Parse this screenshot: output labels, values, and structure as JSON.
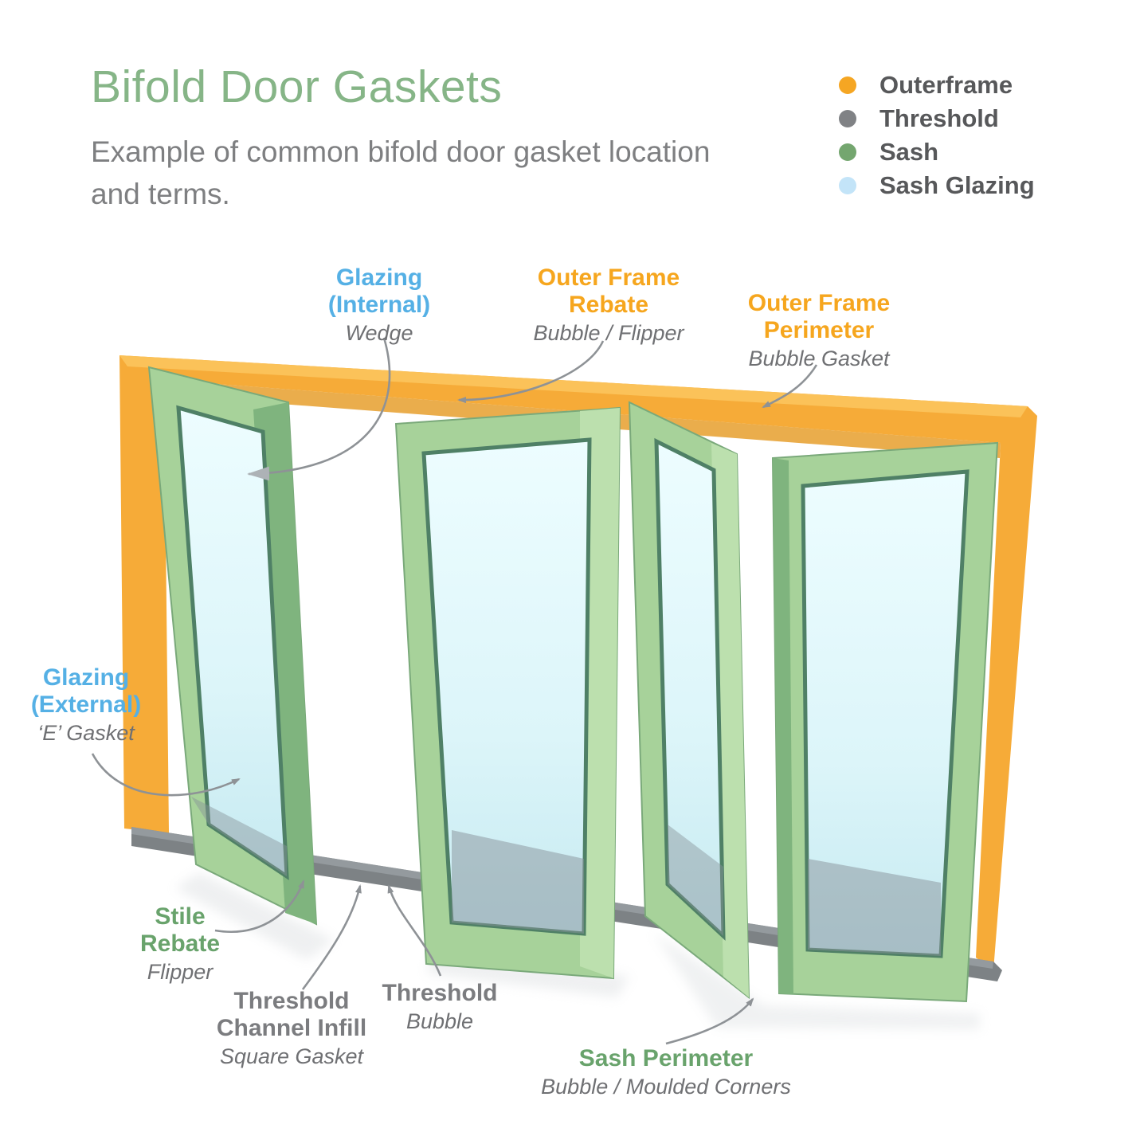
{
  "header": {
    "title": "Bifold Door Gaskets",
    "subtitle": "Example of common bifold door gasket location and terms."
  },
  "legend": {
    "items": [
      {
        "label": "Outerframe",
        "color": "#F5A623"
      },
      {
        "label": "Threshold",
        "color": "#808285"
      },
      {
        "label": "Sash",
        "color": "#74A66F"
      },
      {
        "label": "Sash Glazing",
        "color": "#C3E4F8"
      }
    ]
  },
  "annotations": {
    "glazing_internal": {
      "line1": "Glazing",
      "line2": "(Internal)",
      "gasket": "Wedge"
    },
    "outer_frame_rebate": {
      "line1": "Outer Frame",
      "line2": "Rebate",
      "gasket": "Bubble / Flipper"
    },
    "outer_frame_perimeter": {
      "line1": "Outer Frame",
      "line2": "Perimeter",
      "gasket": "Bubble Gasket"
    },
    "glazing_external": {
      "line1": "Glazing",
      "line2": "(External)",
      "gasket": "‘E’ Gasket"
    },
    "stile_rebate": {
      "line1": "Stile",
      "line2": "Rebate",
      "gasket": "Flipper"
    },
    "threshold_channel_infill": {
      "line1": "Threshold",
      "line2": "Channel Infill",
      "gasket": "Square Gasket"
    },
    "threshold": {
      "line1": "Threshold",
      "gasket": "Bubble"
    },
    "sash_perimeter": {
      "line1": "Sash Perimeter",
      "gasket": "Bubble / Moulded Corners"
    }
  },
  "palette": {
    "frame_orange": "#F6AB38",
    "frame_orange_highlight": "#FBC259",
    "frame_orange_shade": "#E69F2D",
    "threshold_gray": "#7D8285",
    "threshold_gray_light": "#9AA0A4",
    "sash_green": "#A7D29A",
    "sash_green_side": "#7FB47E",
    "sash_green_highlight": "#BCE0AE",
    "sash_edge_dark": "#4F8066",
    "glass_top": "#EDFDFF",
    "glass_bottom": "#C6EAF1",
    "arrow_gray": "#8E9296",
    "title_green": "#86B587",
    "subtitle_gray": "#7E7F81",
    "label_blue": "#55B0E5",
    "label_orange": "#F6A61E",
    "label_green": "#69A36C",
    "label_gray": "#7B7C7F",
    "legend_text": "#57585A"
  }
}
